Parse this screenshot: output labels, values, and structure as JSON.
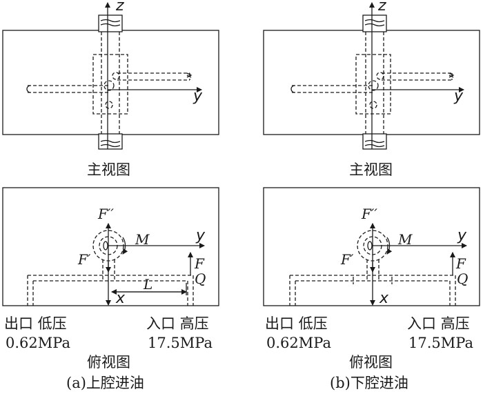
{
  "axis_z": "z",
  "axis_y": "y",
  "axis_x": "x",
  "front_view": "主视图",
  "top_view": "俯视图",
  "force_F2": "F′′",
  "force_F1": "F′",
  "force_F": "F",
  "moment_M": "M",
  "flow_Q": "Q",
  "length_L": "L",
  "outlet_label": "出口 低压",
  "outlet_pressure": "0.62MPa",
  "inlet_label": "入口 高压",
  "inlet_pressure": "17.5MPa",
  "caption_a": "(a)上腔进油",
  "caption_b": "(b)下腔进油"
}
